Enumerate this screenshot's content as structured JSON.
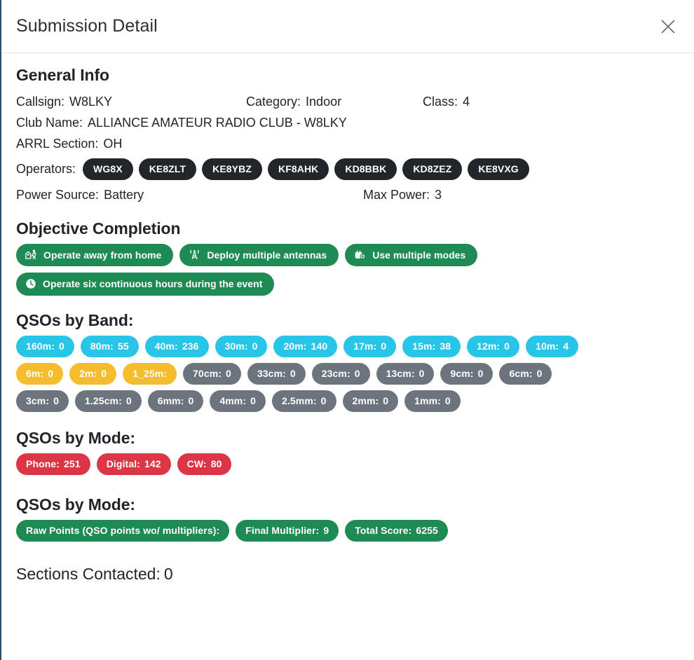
{
  "window": {
    "title": "Submission Detail",
    "close_icon": "close-icon"
  },
  "general": {
    "heading": "General Info",
    "callsign_label": "Callsign:",
    "callsign_value": "W8LKY",
    "category_label": "Category:",
    "category_value": "Indoor",
    "class_label": "Class:",
    "class_value": "4",
    "club_label": "Club Name:",
    "club_value": "ALLIANCE AMATEUR RADIO CLUB - W8LKY",
    "section_label": "ARRL Section:",
    "section_value": "OH",
    "operators_label": "Operators:",
    "operators": [
      "WG8X",
      "KE8ZLT",
      "KE8YBZ",
      "KF8AHK",
      "KD8BBK",
      "KD8ZEZ",
      "KE8VXG"
    ],
    "power_source_label": "Power Source:",
    "power_source_value": "Battery",
    "max_power_label": "Max Power:",
    "max_power_value": "3"
  },
  "objectives": {
    "heading": "Objective Completion",
    "items": [
      {
        "icon": "person-running-from-house-icon",
        "label": "Operate away from home"
      },
      {
        "icon": "antenna-tower-icon",
        "label": "Deploy multiple antennas"
      },
      {
        "icon": "radio-icon",
        "label": "Use multiple modes"
      },
      {
        "icon": "clock-icon",
        "label": "Operate six continuous hours during the event"
      }
    ]
  },
  "bands": {
    "heading": "QSOs by Band:",
    "items": [
      {
        "label": "160m:",
        "value": "0",
        "group": "hf"
      },
      {
        "label": "80m:",
        "value": "55",
        "group": "hf"
      },
      {
        "label": "40m:",
        "value": "236",
        "group": "hf"
      },
      {
        "label": "30m:",
        "value": "0",
        "group": "hf"
      },
      {
        "label": "20m:",
        "value": "140",
        "group": "hf"
      },
      {
        "label": "17m:",
        "value": "0",
        "group": "hf"
      },
      {
        "label": "15m:",
        "value": "38",
        "group": "hf"
      },
      {
        "label": "12m:",
        "value": "0",
        "group": "hf"
      },
      {
        "label": "10m:",
        "value": "4",
        "group": "hf"
      },
      {
        "label": "6m:",
        "value": "0",
        "group": "vhf"
      },
      {
        "label": "2m:",
        "value": "0",
        "group": "vhf"
      },
      {
        "label": "1_25m:",
        "value": "",
        "group": "vhf"
      },
      {
        "label": "70cm:",
        "value": "0",
        "group": "uhf"
      },
      {
        "label": "33cm:",
        "value": "0",
        "group": "uhf"
      },
      {
        "label": "23cm:",
        "value": "0",
        "group": "uhf"
      },
      {
        "label": "13cm:",
        "value": "0",
        "group": "uhf"
      },
      {
        "label": "9cm:",
        "value": "0",
        "group": "uhf"
      },
      {
        "label": "6cm:",
        "value": "0",
        "group": "uhf"
      },
      {
        "label": "3cm:",
        "value": "0",
        "group": "uhf"
      },
      {
        "label": "1.25cm:",
        "value": "0",
        "group": "uhf"
      },
      {
        "label": "6mm:",
        "value": "0",
        "group": "uhf"
      },
      {
        "label": "4mm:",
        "value": "0",
        "group": "uhf"
      },
      {
        "label": "2.5mm:",
        "value": "0",
        "group": "uhf"
      },
      {
        "label": "2mm:",
        "value": "0",
        "group": "uhf"
      },
      {
        "label": "1mm:",
        "value": "0",
        "group": "uhf"
      }
    ]
  },
  "modes": {
    "heading": "QSOs by Mode:",
    "items": [
      {
        "label": "Phone:",
        "value": "251"
      },
      {
        "label": "Digital:",
        "value": "142"
      },
      {
        "label": "CW:",
        "value": "80"
      }
    ]
  },
  "score": {
    "heading": "QSOs by Mode:",
    "items": [
      {
        "label": "Raw Points (QSO points wo/ multipliers):",
        "value": ""
      },
      {
        "label": "Final Multiplier:",
        "value": "9"
      },
      {
        "label": "Total Score:",
        "value": "6255"
      }
    ]
  },
  "footer": {
    "sections_label": "Sections Contacted:",
    "sections_value": "0"
  },
  "colors": {
    "hf": "#29c5e8",
    "vhf": "#f5bd2e",
    "uhf": "#6c757d",
    "mode": "#dc3545",
    "score_green": "#1e8b54",
    "operator_dark": "#22262a",
    "accent_border": "#2a4d69"
  }
}
